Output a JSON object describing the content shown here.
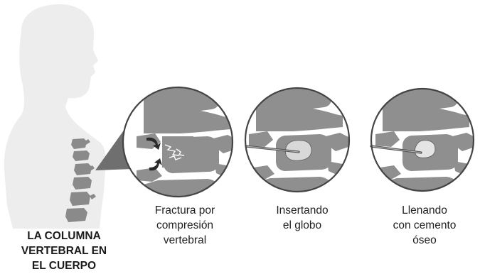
{
  "body_title": {
    "lines": [
      "LA COLUMNA",
      "VERTEBRAL EN",
      "EL CUERPO"
    ]
  },
  "panels": [
    {
      "caption": [
        "Fractura por",
        "compresión",
        "vertebral"
      ]
    },
    {
      "caption": [
        "Insertando",
        "el globo"
      ]
    },
    {
      "caption": [
        "Llenando",
        "con cemento",
        "óseo"
      ]
    }
  ],
  "colors": {
    "silhouette": "#ededed",
    "bone": "#8f8f8f",
    "circle_stroke": "#444444",
    "pointer": "#6f6f6f",
    "balloon": "#d8d8d8",
    "arrow": "#2a2a2a"
  },
  "icons": [
    "human-silhouette",
    "spine-vertebrae",
    "compression-arrows",
    "fracture-lines",
    "needle",
    "balloon",
    "bone-cement"
  ]
}
